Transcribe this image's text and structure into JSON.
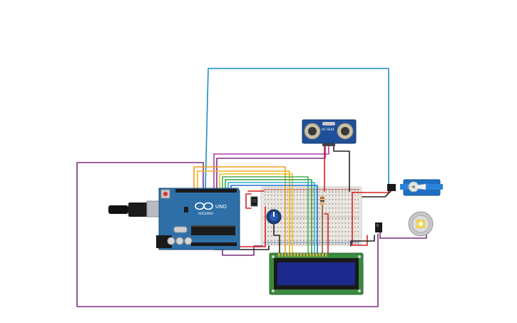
{
  "arduino": {
    "brand": "ARDUINO",
    "model": "UNO",
    "logo": "infinity-logo"
  },
  "ultrasonic": {
    "label": "HC-SR04"
  },
  "colors": {
    "board_blue": "#2e6fa8",
    "breadboard": "#e9e6e1",
    "lcd_pcb": "#3a8a3f",
    "lcd_screen": "#1b2a8c",
    "servo_blue": "#1e6fc4",
    "wire_purple": "#7b2d82",
    "wire_blue": "#1a8fc9",
    "wire_red": "#d62020",
    "wire_black": "#222222",
    "wire_orange": "#f29a1e",
    "wire_yellow": "#e8c620",
    "wire_green": "#4caf50",
    "wire_cyan": "#2ab0c8",
    "wire_magenta": "#b13bb5",
    "wire_brown": "#8a5a2b"
  }
}
